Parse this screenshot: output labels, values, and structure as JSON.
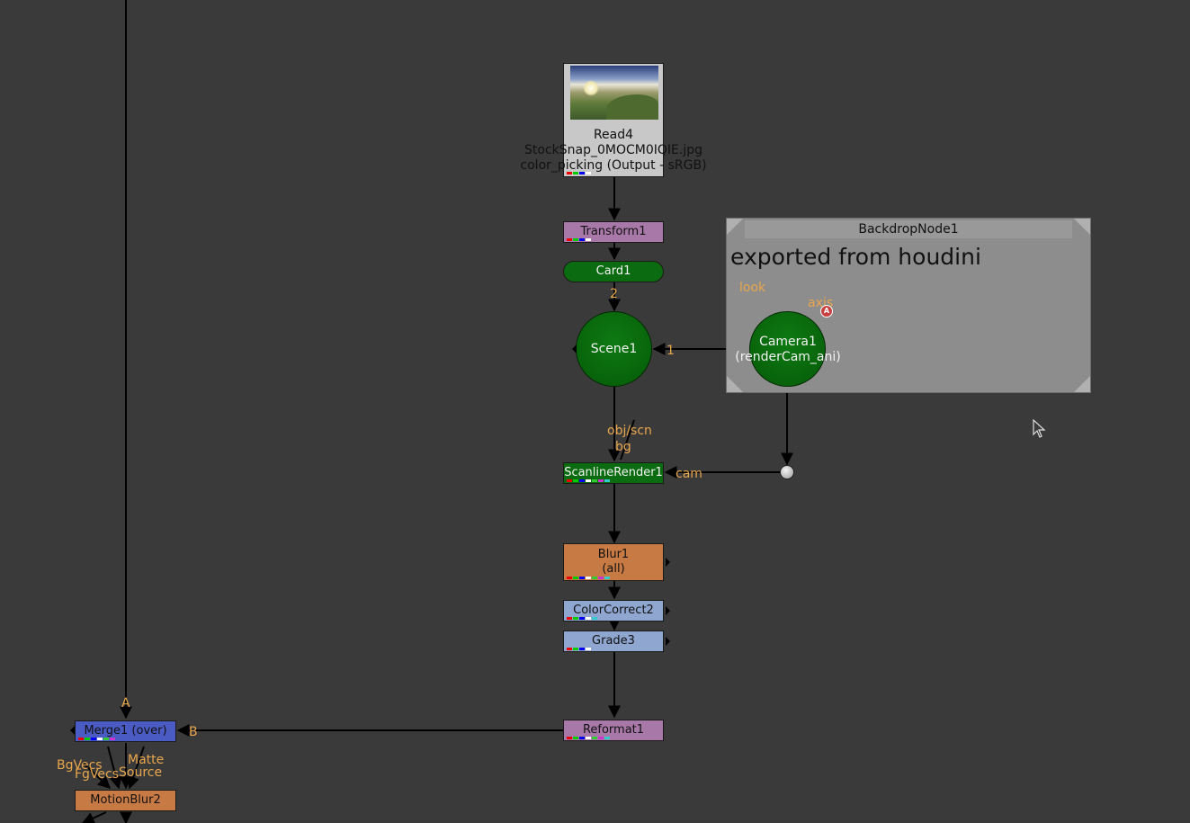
{
  "backdrop": {
    "title": "BackdropNode1",
    "note": "exported from houdini",
    "color": "#8d8d8d"
  },
  "nodes": {
    "read4": {
      "name": "Read4",
      "file": "StockSnap_0MOCM0IQIE.jpg",
      "colorspace": "color_picking (Output - sRGB)"
    },
    "transform1": {
      "name": "Transform1"
    },
    "card1": {
      "name": "Card1"
    },
    "scene1": {
      "name": "Scene1"
    },
    "camera1": {
      "name": "Camera1",
      "sub": "(renderCam_ani)"
    },
    "scanline": {
      "name": "ScanlineRender1"
    },
    "blur1": {
      "name": "Blur1",
      "sub": "(all)"
    },
    "colorcorrect2": {
      "name": "ColorCorrect2"
    },
    "grade3": {
      "name": "Grade3"
    },
    "reformat1": {
      "name": "Reformat1"
    },
    "merge1": {
      "name": "Merge1 (over)"
    },
    "motionblur2": {
      "name": "MotionBlur2"
    }
  },
  "inputs": {
    "card_to_scene": "2",
    "scene_cam": "1",
    "look": "look",
    "axis": "axis",
    "axis_badge": "A",
    "obj_scn": "obj/scn",
    "bg": "bg",
    "cam": "cam",
    "merge_a": "A",
    "merge_b": "B",
    "bgvecs": "BgVecs",
    "fgvecs": "FgVecs",
    "matte": "Matte",
    "source": "Source"
  },
  "colors": {
    "background": "#3a3a3a",
    "label": "#e8a64c",
    "transform": "#a878a8",
    "green_3d": "#0b6b10",
    "blur": "#c87a45",
    "colorcorrect": "#8fa6d0",
    "merge": "#4b5bc4"
  }
}
